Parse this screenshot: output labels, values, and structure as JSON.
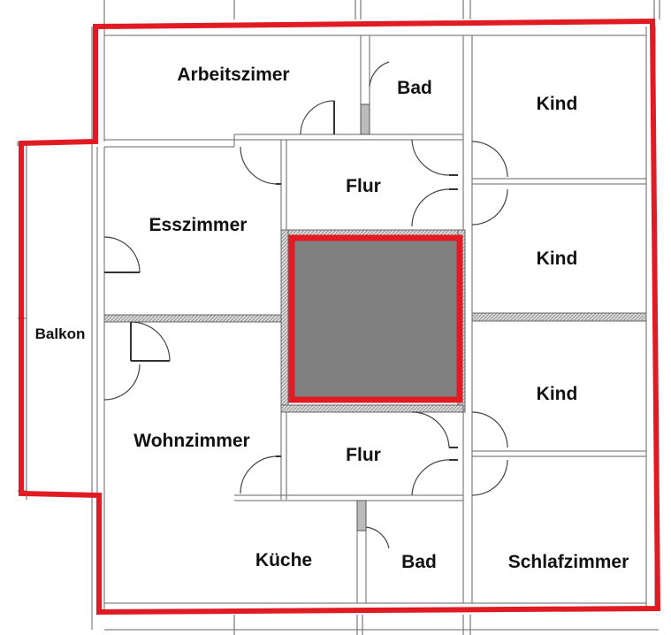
{
  "rooms": {
    "arbeitszimmer": "Arbeitszimer",
    "bad_top": "Bad",
    "kind_1": "Kind",
    "flur_top": "Flur",
    "esszimmer": "Esszimmer",
    "kind_2": "Kind",
    "balkon": "Balkon",
    "kind_3": "Kind",
    "wohnzimmer": "Wohnzimmer",
    "flur_bottom": "Flur",
    "kueche": "Küche",
    "bad_bottom": "Bad",
    "schlafzimmer": "Schlafzimmer"
  },
  "colors": {
    "outline": "#e01b24",
    "core_fill": "#808080",
    "walls": "#555555"
  }
}
